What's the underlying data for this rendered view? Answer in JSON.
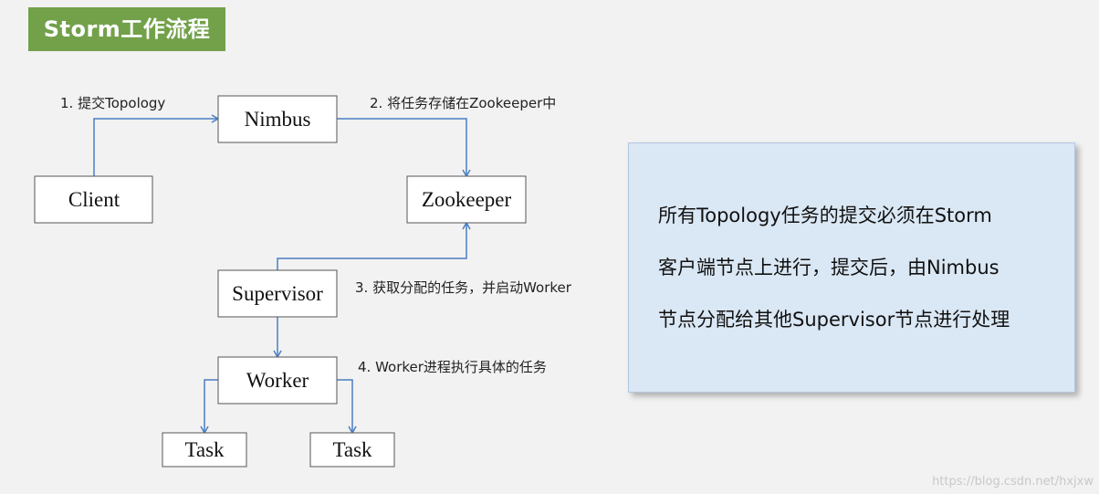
{
  "title": "Storm工作流程",
  "nodes": {
    "nimbus": "Nimbus",
    "client": "Client",
    "zookeeper": "Zookeeper",
    "supervisor": "Supervisor",
    "worker": "Worker",
    "task1": "Task",
    "task2": "Task"
  },
  "steps": {
    "step1": "1. 提交Topology",
    "step2": "2. 将任务存储在Zookeeper中",
    "step3": "3. 获取分配的任务，并启动Worker",
    "step4": "4. Worker进程执行具体的任务"
  },
  "panel": {
    "lines": [
      "所有Topology任务的提交必须在Storm",
      "客户端节点上进行，提交后，由Nimbus",
      "节点分配给其他Supervisor节点进行处理"
    ]
  },
  "watermark": "https://blog.csdn.net/hxjxw",
  "colors": {
    "title_bg": "#72a14a",
    "connector": "#4a7ec2",
    "panel_bg": "#dae7f4"
  }
}
